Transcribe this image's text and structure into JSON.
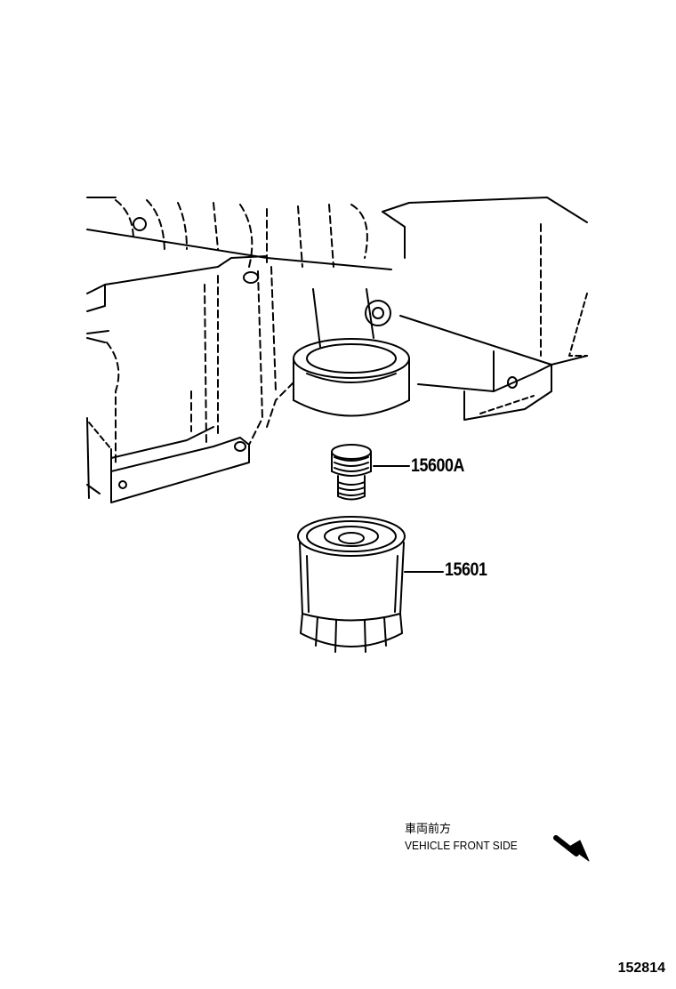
{
  "parts": [
    {
      "number": "15600A",
      "description": ""
    },
    {
      "number": "15601",
      "description": ""
    }
  ],
  "orientation": {
    "label_jp": "車両前方",
    "label_en": "VEHICLE FRONT SIDE",
    "arrow_icon": "arrow-down-right-icon"
  },
  "diagram_number": "152814",
  "colors": {
    "line": "#000000",
    "background": "#ffffff"
  }
}
